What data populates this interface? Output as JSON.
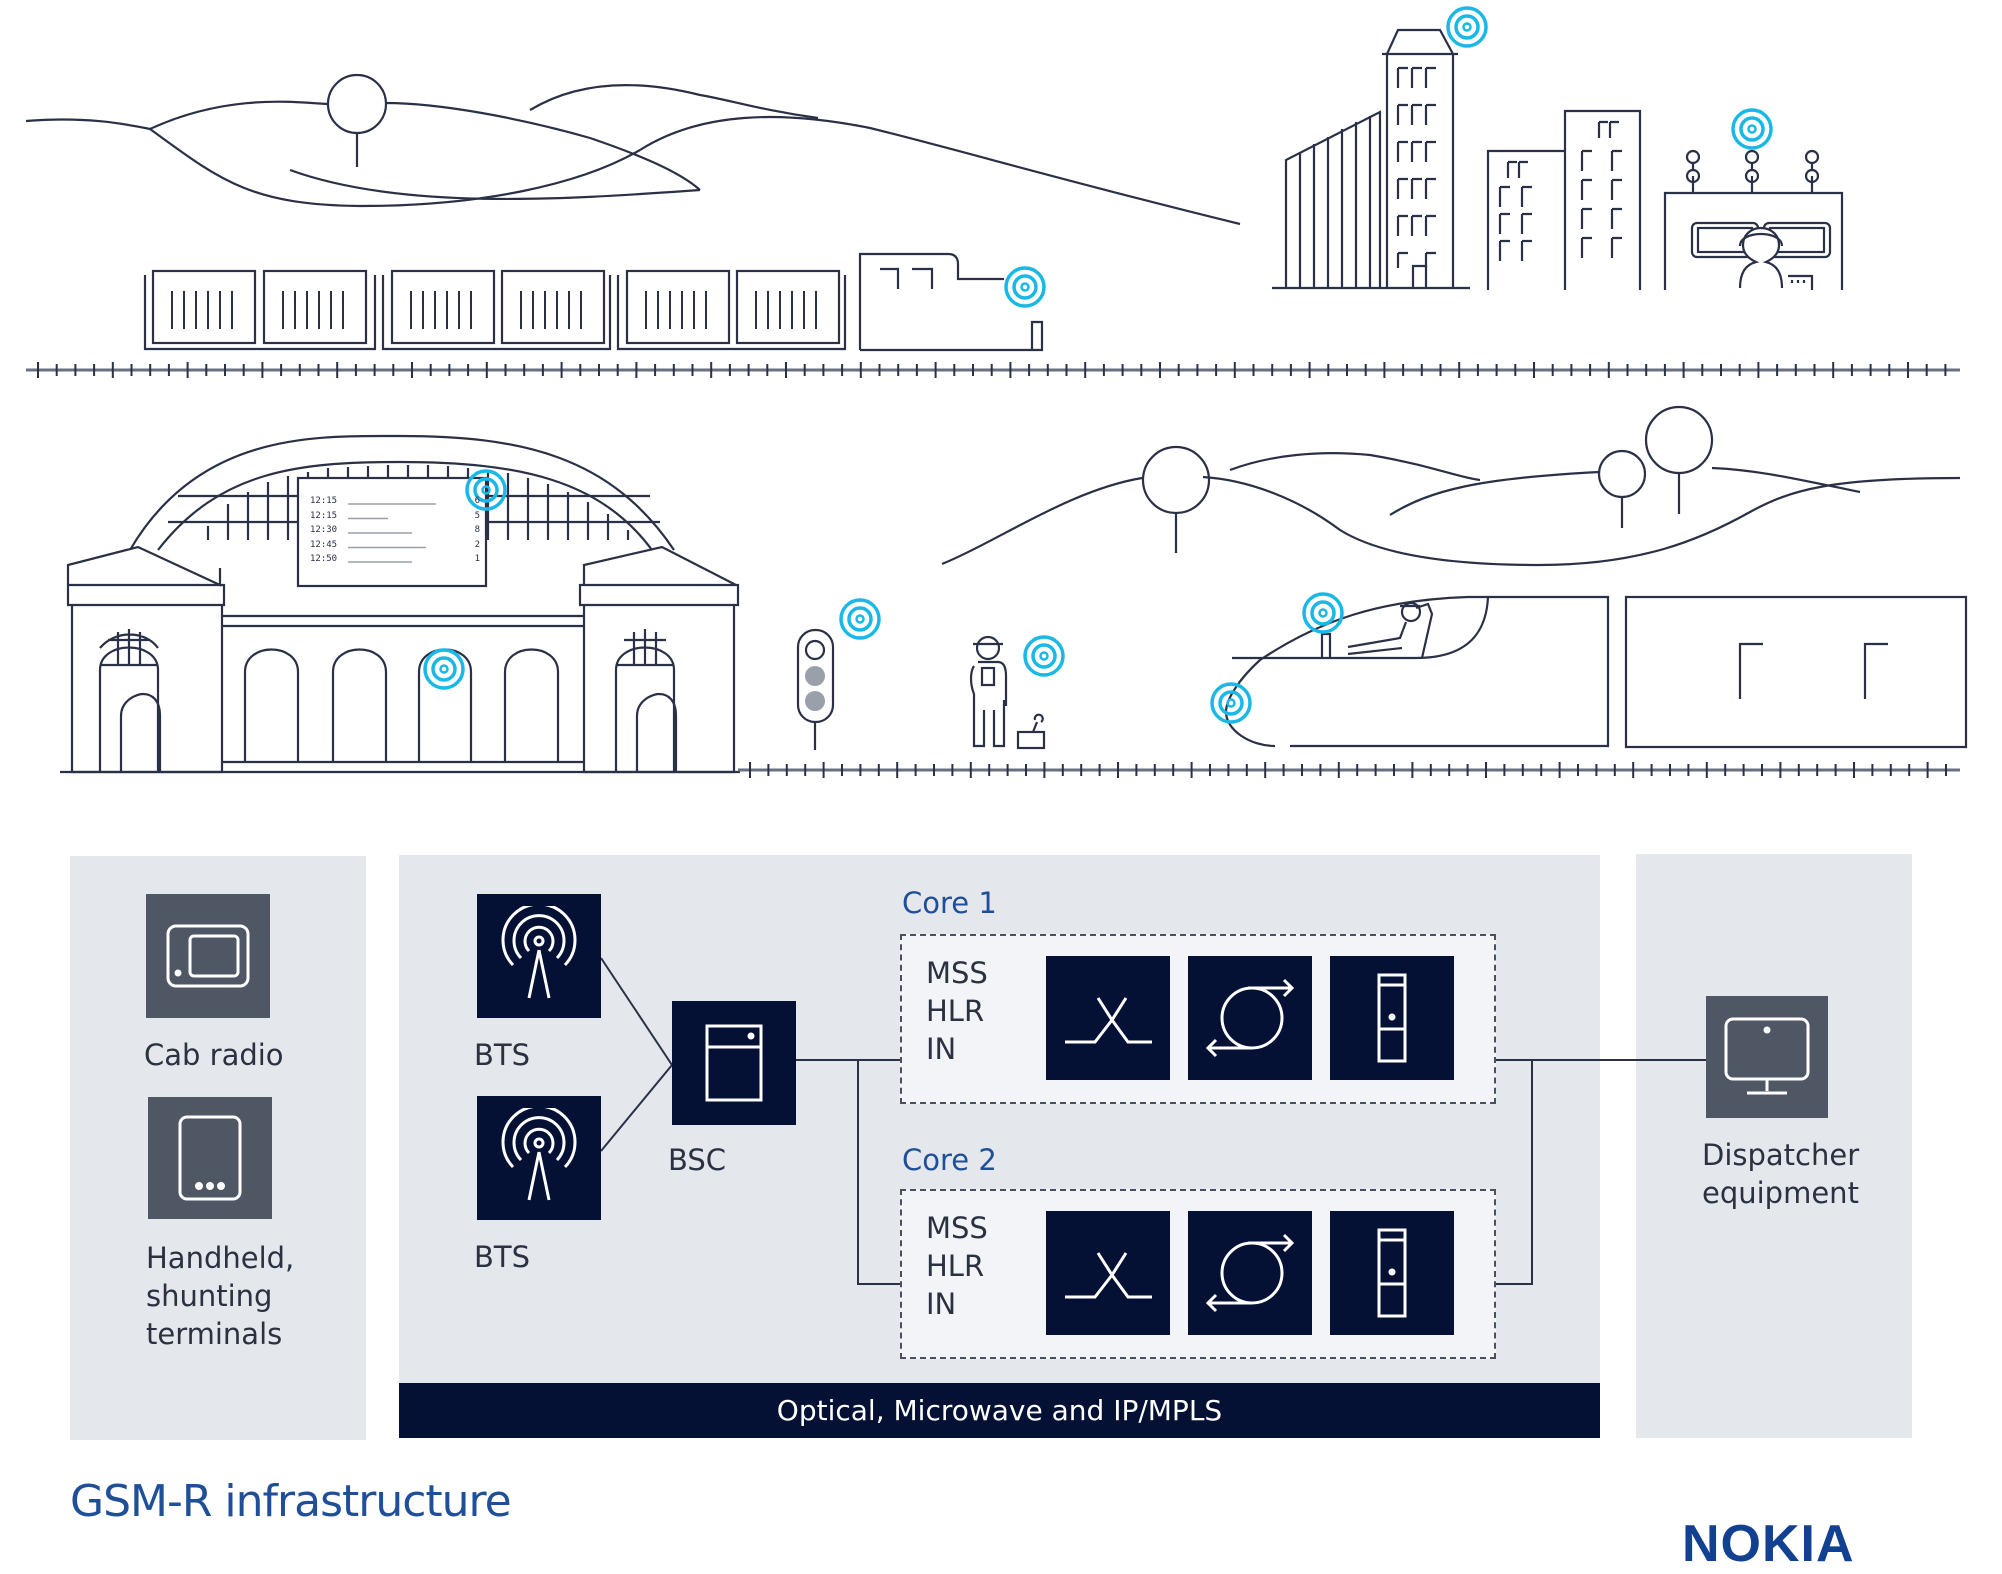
{
  "scene": {
    "departure_board": {
      "rows": [
        {
          "time": "12:15",
          "platform": "6"
        },
        {
          "time": "12:15",
          "platform": "5"
        },
        {
          "time": "12:30",
          "platform": "8"
        },
        {
          "time": "12:45",
          "platform": "2"
        },
        {
          "time": "12:50",
          "platform": "1"
        }
      ]
    },
    "colors": {
      "line": "#2a3146",
      "signal": "#1ab8e6",
      "lamp": "#9aa0aa"
    }
  },
  "terminals": {
    "cab_radio": "Cab radio",
    "handheld_line1": "Handheld,",
    "handheld_line2": "shunting",
    "handheld_line3": "terminals"
  },
  "access": {
    "bts_1": "BTS",
    "bts_2": "BTS",
    "bsc": "BSC"
  },
  "cores": [
    {
      "title": "Core 1",
      "functions": [
        "MSS",
        "HLR",
        "IN"
      ]
    },
    {
      "title": "Core 2",
      "functions": [
        "MSS",
        "HLR",
        "IN"
      ]
    }
  ],
  "transport": {
    "label": "Optical, Microwave and IP/MPLS"
  },
  "dispatcher": {
    "line1": "Dispatcher",
    "line2": "equipment"
  },
  "footer": {
    "title": "GSM-R infrastructure",
    "brand": "NOKIA"
  },
  "colors": {
    "panel": "#e4e7ec",
    "navy": "#041134",
    "grey_tile": "#4f5765",
    "accent_blue": "#1f4f99",
    "brand_blue": "#124191"
  }
}
